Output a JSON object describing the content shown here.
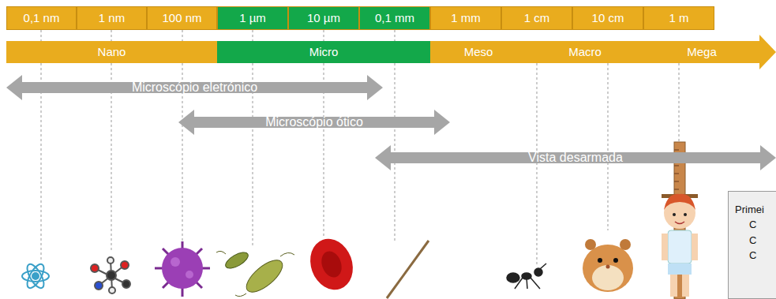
{
  "diagram": {
    "nodes": [
      {
        "text": [
          "0,1 nm"
        ]
      },
      {
        "text": [
          "1 nm"
        ]
      },
      {
        "text": [
          "100 nm"
        ]
      },
      {
        "text": [
          "1 µm"
        ]
      },
      {
        "text": [
          "10 µm"
        ]
      },
      {
        "text": [
          "0,1 mm"
        ]
      },
      {
        "text": [
          "1 mm"
        ]
      },
      {
        "text": [
          "1 cm"
        ]
      },
      {
        "text": [
          "10 cm"
        ]
      },
      {
        "text": [
          "1 m"
        ]
      },
      {
        "text": [
          "Nano"
        ]
      },
      {
        "text": [
          "Micro"
        ]
      },
      {
        "text": [
          "Meso"
        ]
      },
      {
        "text": [
          "Macro"
        ]
      },
      {
        "text": [
          "Mega"
        ]
      },
      {
        "text": [
          "Microscópio eletrónico"
        ]
      },
      {
        "text": [
          "Microscópio ótico"
        ]
      },
      {
        "text": [
          "Vista desarmada"
        ]
      },
      {
        "text": [
          "Primei",
          "C",
          "C",
          "C"
        ]
      }
    ]
  }
}
